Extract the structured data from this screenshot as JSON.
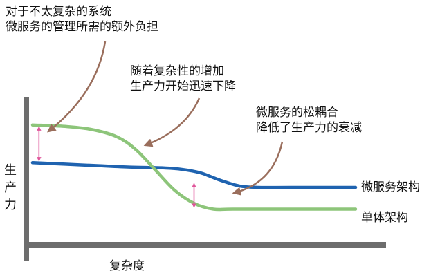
{
  "colors": {
    "axis": "#6d6d6d",
    "microservices": "#1f63b0",
    "monolith": "#8dc57a",
    "gap_arrow": "#e0569b",
    "annotation_arrow": "#9a6e5c"
  },
  "annotations": {
    "overhead": {
      "line1": "对于不太复杂的系统",
      "line2": "微服务的管理所需的额外负担"
    },
    "decline": {
      "line1": "随着复杂性的增加",
      "line2": "生产力开始迅速下降"
    },
    "coupling": {
      "line1": "微服务的松耦合",
      "line2": "降低了生产力的衰减"
    }
  },
  "chart_data": {
    "type": "line",
    "xlabel": "复杂度",
    "ylabel": "生产力",
    "axes_ticks": false,
    "grid": false,
    "series": [
      {
        "name": "微服务架构",
        "color": "#1f63b0",
        "points": [
          [
            0,
            0.57
          ],
          [
            0.1,
            0.56
          ],
          [
            0.2,
            0.55
          ],
          [
            0.3,
            0.54
          ],
          [
            0.4,
            0.535
          ],
          [
            0.46,
            0.525
          ],
          [
            0.52,
            0.5
          ],
          [
            0.58,
            0.45
          ],
          [
            0.64,
            0.41
          ],
          [
            0.7,
            0.4
          ],
          [
            0.8,
            0.4
          ],
          [
            1,
            0.4
          ]
        ]
      },
      {
        "name": "单体架构",
        "color": "#8dc57a",
        "points": [
          [
            0,
            0.83
          ],
          [
            0.1,
            0.82
          ],
          [
            0.18,
            0.8
          ],
          [
            0.26,
            0.75
          ],
          [
            0.32,
            0.66
          ],
          [
            0.38,
            0.52
          ],
          [
            0.44,
            0.38
          ],
          [
            0.5,
            0.29
          ],
          [
            0.56,
            0.25
          ],
          [
            0.62,
            0.25
          ],
          [
            0.8,
            0.25
          ],
          [
            1,
            0.25
          ]
        ]
      }
    ],
    "gaps": [
      {
        "x": 0.02,
        "from": 0.57,
        "to": 0.83
      },
      {
        "x": 0.5,
        "from": 0.25,
        "to": 0.44
      }
    ]
  }
}
